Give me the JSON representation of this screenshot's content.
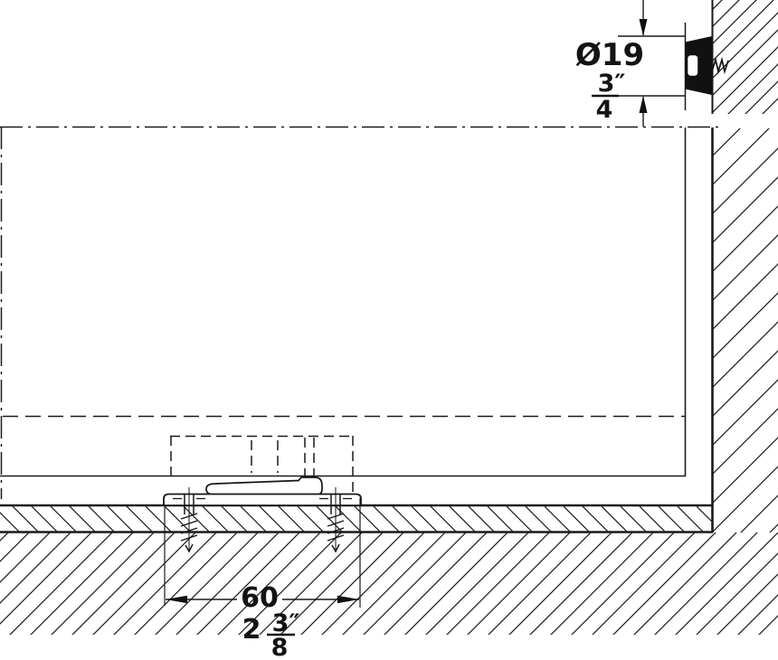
{
  "drawing": {
    "description": "Cross-section installation drawing of a door damper with wall bumper",
    "detail_dimension": {
      "diameter": "Ø19",
      "fraction_numerator": "3″",
      "fraction_denominator": "4"
    },
    "plate_dimension": {
      "metric": "60",
      "imperial_whole": "2",
      "imperial_fraction_numerator": "3″",
      "imperial_fraction_denominator": "8"
    }
  },
  "colors": {
    "line": "#1a1a1a",
    "solid_fill": "#111111",
    "background": "#ffffff"
  }
}
